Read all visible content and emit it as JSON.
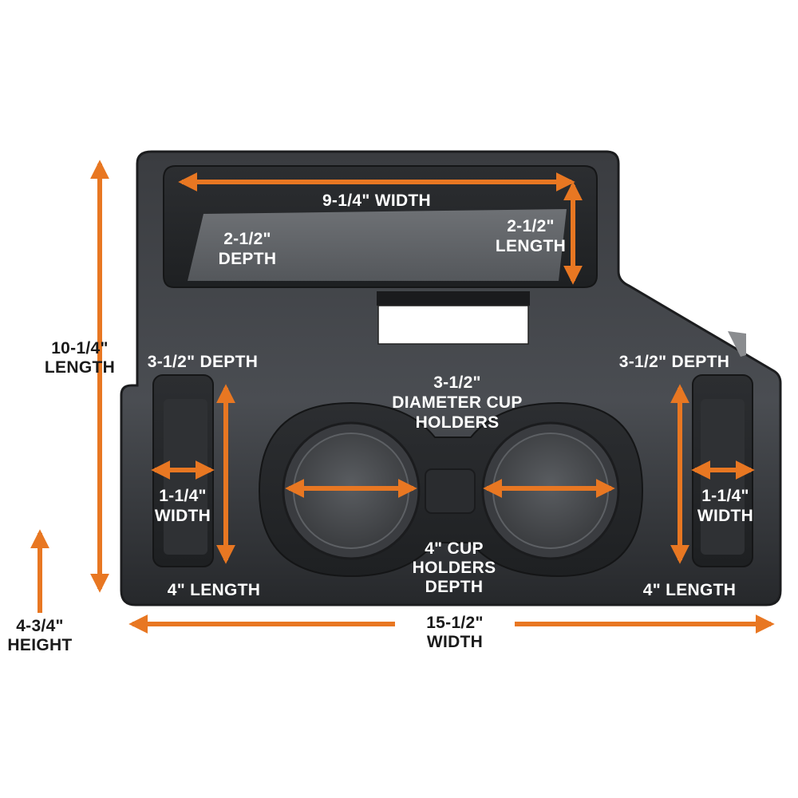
{
  "colors": {
    "accent": "#e87722",
    "tray_dark": "#2b2d30",
    "tray_mid": "#4a4d51",
    "label_on_tray": "#ffffff",
    "label_on_bg": "#1a1a1a"
  },
  "labels": {
    "top_width": "9-1/4\" WIDTH",
    "top_depth_l1": "2-1/2\"",
    "top_depth_l2": "DEPTH",
    "top_length_l1": "2-1/2\"",
    "top_length_l2": "LENGTH",
    "overall_length_l1": "10-1/4\"",
    "overall_length_l2": "LENGTH",
    "left_depth": "3-1/2\" DEPTH",
    "right_depth": "3-1/2\" DEPTH",
    "cup_diameter_l1": "3-1/2\"",
    "cup_diameter_l2": "DIAMETER CUP",
    "cup_diameter_l3": "HOLDERS",
    "left_width_l1": "1-1/4\"",
    "left_width_l2": "WIDTH",
    "right_width_l1": "1-1/4\"",
    "right_width_l2": "WIDTH",
    "cup_depth_l1": "4\" CUP",
    "cup_depth_l2": "HOLDERS",
    "cup_depth_l3": "DEPTH",
    "left_length": "4\" LENGTH",
    "right_length": "4\" LENGTH",
    "height_l1": "4-3/4\"",
    "height_l2": "HEIGHT",
    "overall_width_l1": "15-1/2\"",
    "overall_width_l2": "WIDTH"
  }
}
